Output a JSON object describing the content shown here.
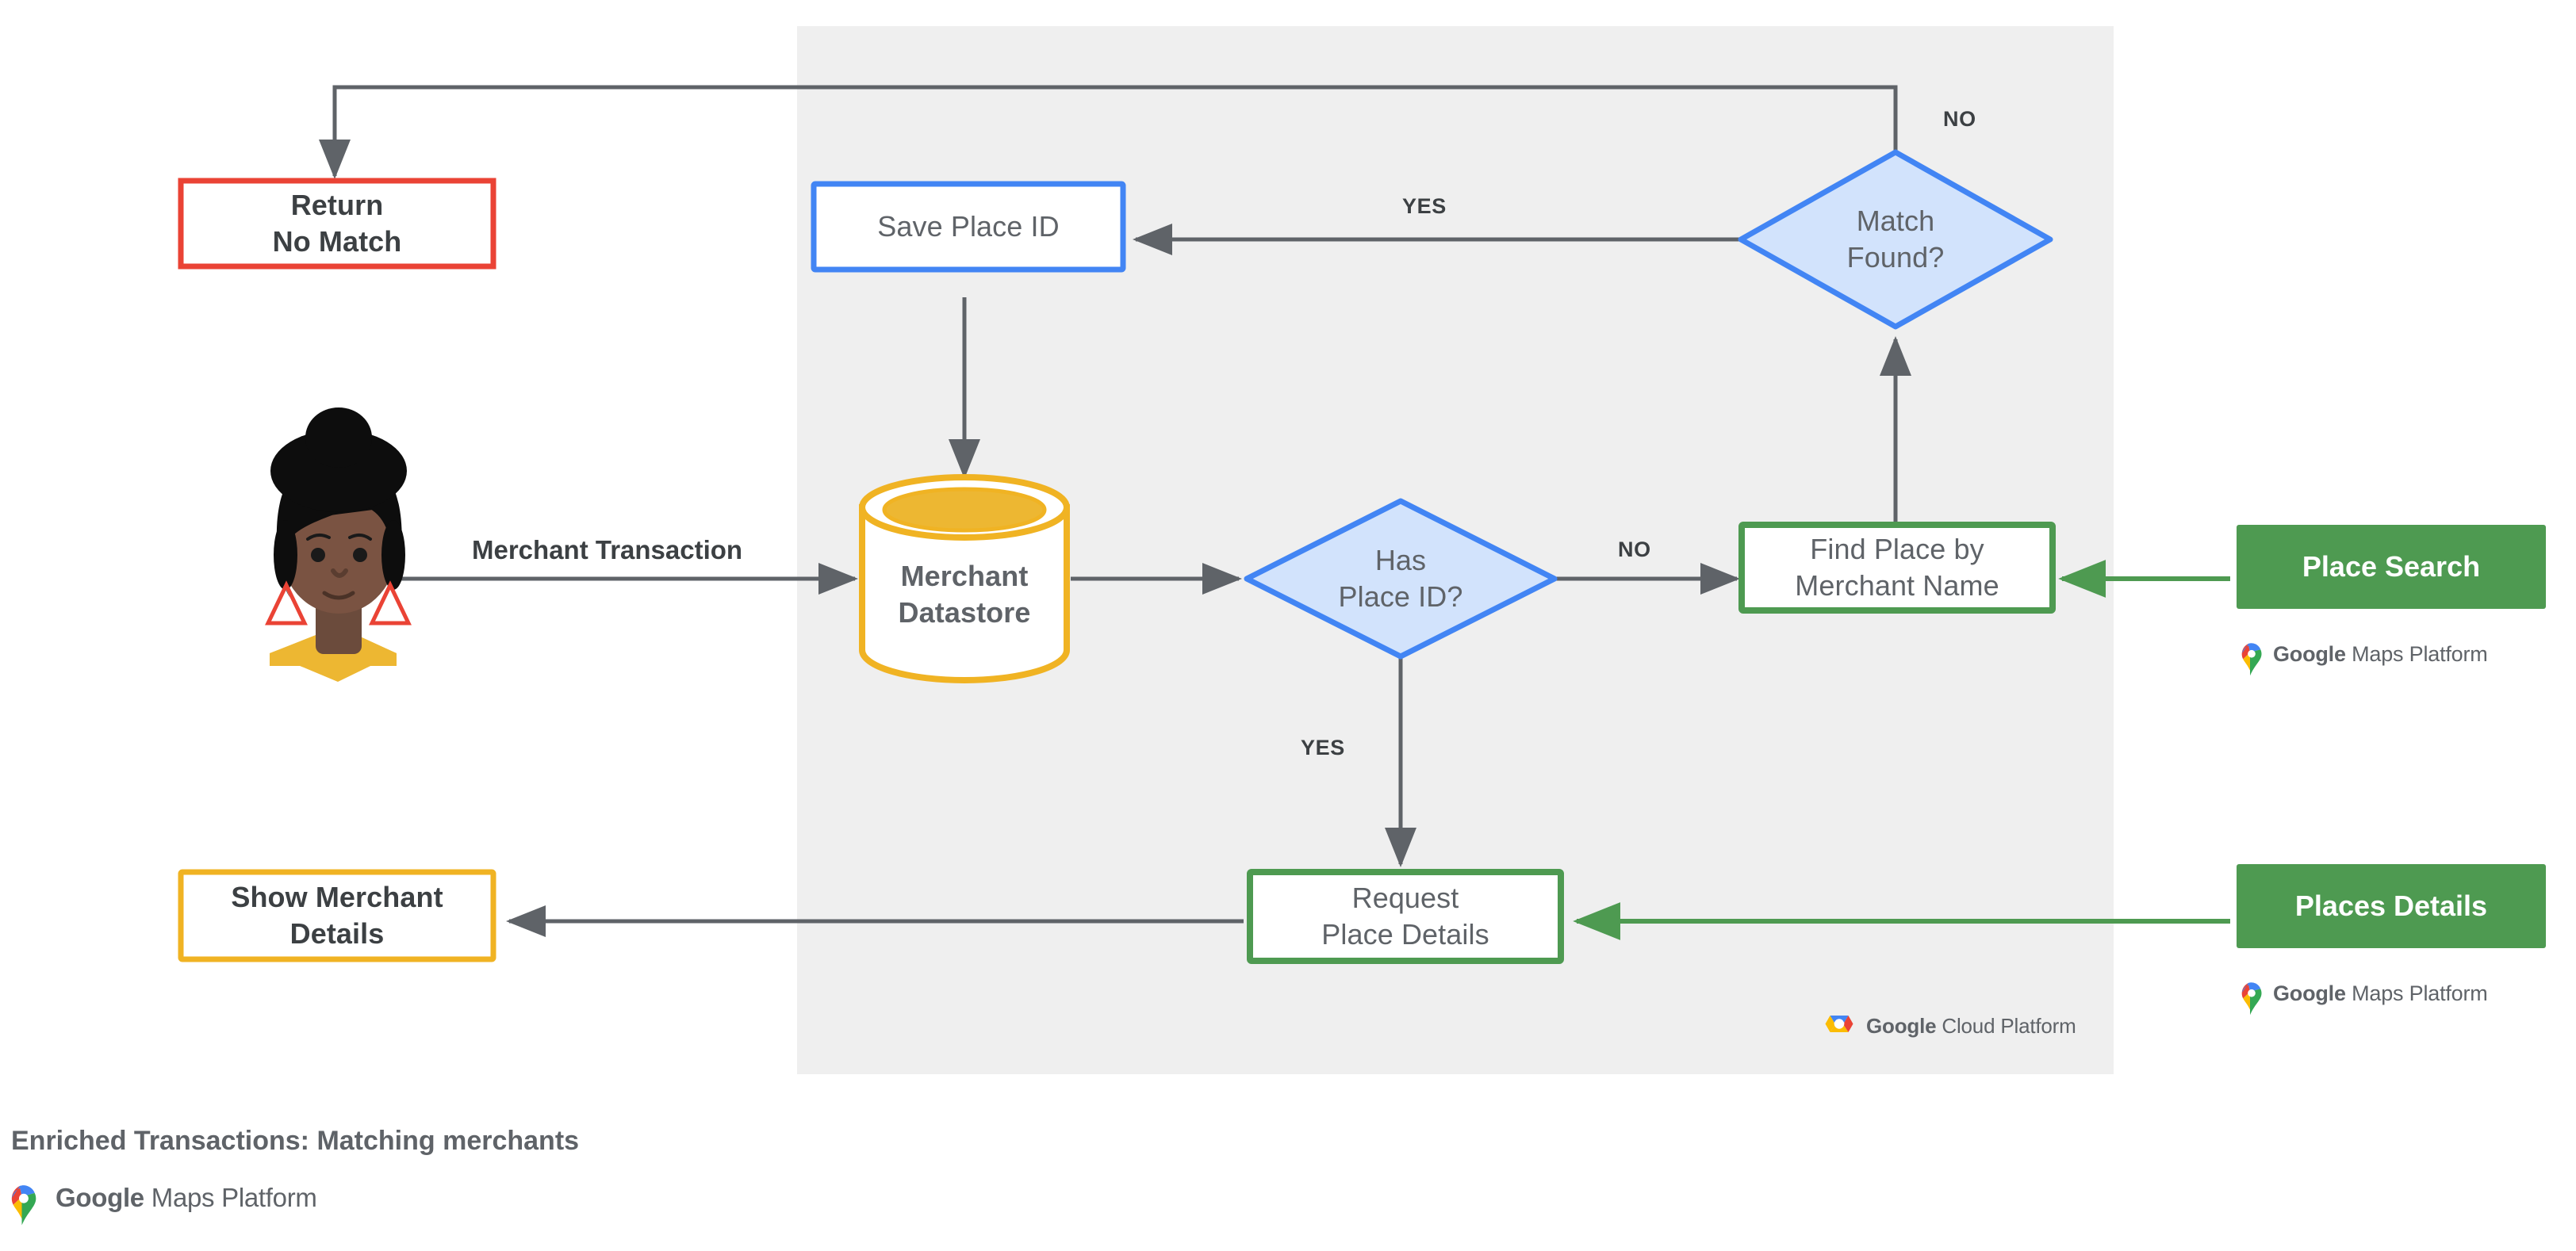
{
  "diagram": {
    "caption": "Enriched Transactions: Matching merchants",
    "panel_label": "Google Cloud Platform",
    "nodes": {
      "return_no_match": {
        "label": "Return\nNo Match",
        "color": "#EA4335"
      },
      "save_place_id": {
        "label": "Save Place ID",
        "color": "#4285F4"
      },
      "match_found": {
        "label": "Match\nFound?",
        "color": "#4285F4",
        "fill": "#D2E3FC"
      },
      "merchant_datastore": {
        "label": "Merchant\nDatastore",
        "color": "#F0B323"
      },
      "has_place_id": {
        "label": "Has\nPlace ID?",
        "color": "#4285F4",
        "fill": "#D2E3FC"
      },
      "find_place": {
        "label": "Find Place by\nMerchant Name",
        "color": "#4E9A51"
      },
      "request_place_details": {
        "label": "Request\nPlace Details",
        "color": "#4E9A51"
      },
      "show_merchant_details": {
        "label": "Show Merchant\nDetails",
        "color": "#F0B323"
      }
    },
    "api_cards": [
      {
        "id": "place-search",
        "label": "Place Search",
        "brand": "Google Maps Platform",
        "color": "#4E9A51"
      },
      {
        "id": "places-details",
        "label": "Places Details",
        "brand": "Google Maps Platform",
        "color": "#4E9A51"
      }
    ],
    "edge_labels": {
      "merchant_transaction": "Merchant Transaction",
      "match_no": "NO",
      "match_yes": "YES",
      "place_id_no": "NO",
      "place_id_yes": "YES"
    },
    "brand_names": {
      "google": "Google",
      "maps_platform": "Maps Platform",
      "cloud_platform": "Cloud Platform"
    }
  },
  "footer": {
    "caption": "Enriched Transactions: Matching merchants",
    "brand_google": "Google",
    "brand_suffix": "Maps Platform"
  },
  "colors": {
    "panel_bg": "#EFEFEF",
    "line": "#5f6368",
    "red": "#EA4335",
    "blue": "#4285F4",
    "blue_fill": "#D2E3FC",
    "amber": "#F0B323",
    "green": "#4E9A51",
    "text": "#5f6368"
  }
}
